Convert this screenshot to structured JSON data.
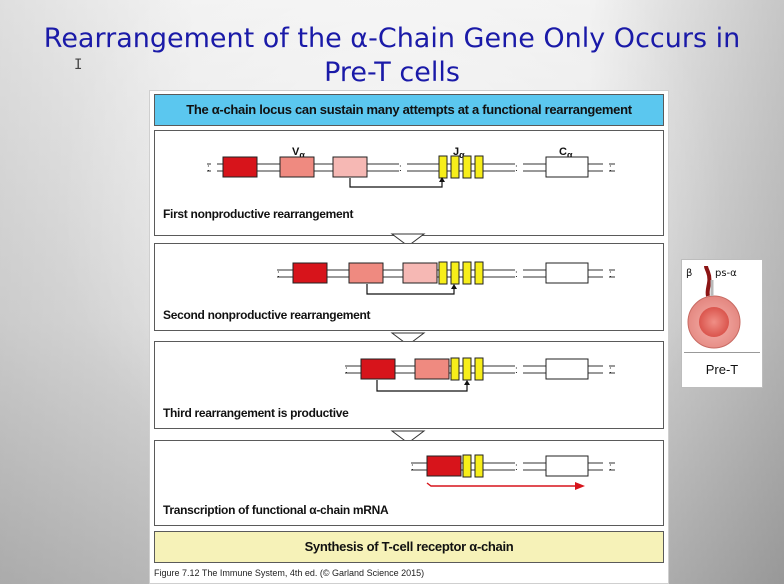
{
  "slide": {
    "title": "Rearrangement of the α-Chain Gene Only Occurs in Pre-T cells"
  },
  "figure": {
    "header": "The α-chain locus can sustain many attempts at a functional rearrangement",
    "panels": [
      {
        "caption": "First nonproductive rearrangement",
        "labels": {
          "v": "Vα",
          "j": "Jα",
          "c": "Cα"
        }
      },
      {
        "caption": "Second nonproductive rearrangement"
      },
      {
        "caption": "Third rearrangement is productive"
      },
      {
        "caption": "Transcription of functional α-chain mRNA"
      }
    ],
    "footer": "Synthesis of T-cell receptor α-chain",
    "credit": "Figure 7.12 The Immune System, 4th ed. (© Garland Science 2015)"
  },
  "side_card": {
    "label": "Pre-T",
    "beta_label": "β",
    "pre_alpha_label": "ps-α"
  },
  "colors": {
    "title": "#1a1aa8",
    "header_bg": "#5bc7ef",
    "footer_bg": "#f6f2b8",
    "v_dark": "#d7141b",
    "v_mid": "#ef8a80",
    "v_light": "#f6b8b4",
    "j_segment": "#f7ee1a",
    "arrow_red": "#d7141b"
  }
}
